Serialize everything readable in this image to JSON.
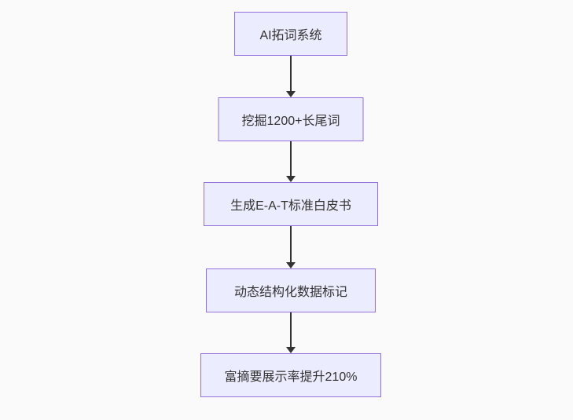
{
  "flowchart": {
    "direction": "top-down",
    "nodes": [
      {
        "id": "node-1",
        "label": "AI拓词系统"
      },
      {
        "id": "node-2",
        "label": "挖掘1200+长尾词"
      },
      {
        "id": "node-3",
        "label": "生成E-A-T标准白皮书"
      },
      {
        "id": "node-4",
        "label": "动态结构化数据标记"
      },
      {
        "id": "node-5",
        "label": "富摘要展示率提升210%"
      }
    ],
    "edges": [
      {
        "from": 0,
        "to": 1,
        "style": "arrow-down"
      },
      {
        "from": 1,
        "to": 2,
        "style": "arrow-down"
      },
      {
        "from": 2,
        "to": 3,
        "style": "arrow-down"
      },
      {
        "from": 3,
        "to": 4,
        "style": "arrow-down"
      }
    ],
    "colors": {
      "background": "#fafafa",
      "node_fill": "#ECECFF",
      "node_border": "#9370DB",
      "edge": "#333333",
      "text": "#333333"
    }
  }
}
